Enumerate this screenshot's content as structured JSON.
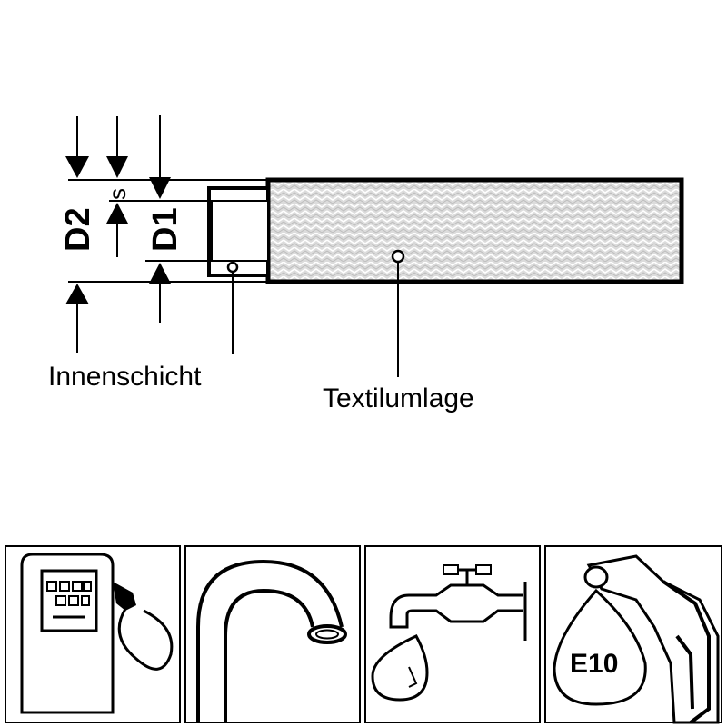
{
  "diagram": {
    "dimension_labels": {
      "outer_diameter": "D2",
      "inner_diameter": "D1",
      "wall_thickness": "s"
    },
    "callouts": {
      "inner_layer": "Innenschicht",
      "textile_braid": "Textilumlage"
    }
  },
  "applications": {
    "icons": [
      {
        "name": "fuel-dispenser-icon"
      },
      {
        "name": "water-pipe-bend-icon"
      },
      {
        "name": "water-tap-drop-icon"
      },
      {
        "name": "fuel-nozzle-drop-icon",
        "badge": "E10"
      }
    ]
  }
}
